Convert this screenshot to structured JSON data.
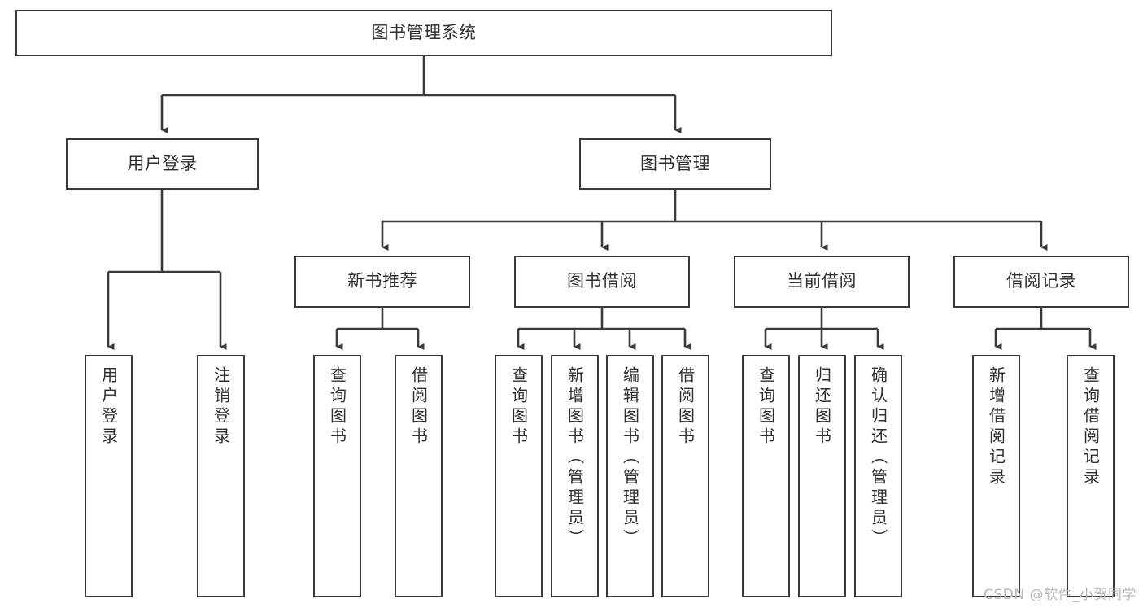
{
  "diagram": {
    "title": "图书管理系统",
    "type": "tree-hierarchy",
    "watermark": "CSDN @软件_小贺同学",
    "stroke_color": "#3a3a3a",
    "fill_color": "#ffffff",
    "text_color": "#2f2f2f"
  },
  "nodes": {
    "root": {
      "label": "图书管理系统"
    },
    "level2": [
      {
        "label": "用户登录"
      },
      {
        "label": "图书管理"
      }
    ],
    "level3": [
      {
        "label": "新书推荐"
      },
      {
        "label": "图书借阅"
      },
      {
        "label": "当前借阅"
      },
      {
        "label": "借阅记录"
      }
    ],
    "leaves": {
      "user_login": [
        {
          "label": "用户登录"
        },
        {
          "label": "注销登录"
        }
      ],
      "new_book_recommend": [
        {
          "label": "查询图书"
        },
        {
          "label": "借阅图书"
        }
      ],
      "book_borrow": [
        {
          "label": "查询图书"
        },
        {
          "label": "新增图书（管理员）"
        },
        {
          "label": "编辑图书（管理员）"
        },
        {
          "label": "借阅图书"
        }
      ],
      "current_borrow": [
        {
          "label": "查询图书"
        },
        {
          "label": "归还图书"
        },
        {
          "label": "确认归还（管理员）"
        }
      ],
      "borrow_record": [
        {
          "label": "新增借阅记录"
        },
        {
          "label": "查询借阅记录"
        }
      ]
    }
  }
}
